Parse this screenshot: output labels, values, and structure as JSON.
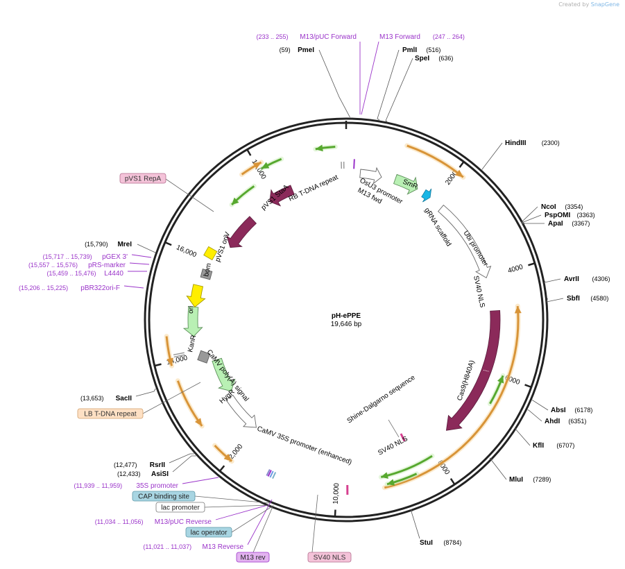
{
  "credit": {
    "prefix": "Created by",
    "brand": "SnapGene"
  },
  "plasmid": {
    "name": "pH-ePPE",
    "size_label": "19,646 bp",
    "length": 19646
  },
  "ticks": [
    {
      "pos": 2000,
      "label": "2000"
    },
    {
      "pos": 4000,
      "label": "4000"
    },
    {
      "pos": 6000,
      "label": "6000"
    },
    {
      "pos": 8000,
      "label": "8000"
    },
    {
      "pos": 10000,
      "label": "10,000"
    },
    {
      "pos": 12000,
      "label": "12,000"
    },
    {
      "pos": 14000,
      "label": "14,000"
    },
    {
      "pos": 16000,
      "label": "16,000"
    },
    {
      "pos": 18000,
      "label": "18,000"
    }
  ],
  "sites": [
    {
      "name": "PmeI",
      "coord": "(59)",
      "pos": 59,
      "side": "left"
    },
    {
      "name": "PmlI",
      "coord": "(516)",
      "pos": 516,
      "side": "right"
    },
    {
      "name": "SpeI",
      "coord": "(636)",
      "pos": 636,
      "side": "right"
    },
    {
      "name": "HindIII",
      "coord": "(2300)",
      "pos": 2300,
      "side": "right"
    },
    {
      "name": "NcoI",
      "coord": "(3354)",
      "pos": 3354,
      "side": "right"
    },
    {
      "name": "PspOMI",
      "coord": "(3363)",
      "pos": 3363,
      "side": "right"
    },
    {
      "name": "ApaI",
      "coord": "(3367)",
      "pos": 3367,
      "side": "right"
    },
    {
      "name": "AvrII",
      "coord": "(4306)",
      "pos": 4306,
      "side": "right"
    },
    {
      "name": "SbfI",
      "coord": "(4580)",
      "pos": 4580,
      "side": "right"
    },
    {
      "name": "AbsI",
      "coord": "(6178)",
      "pos": 6178,
      "side": "right"
    },
    {
      "name": "AhdI",
      "coord": "(6351)",
      "pos": 6351,
      "side": "right"
    },
    {
      "name": "KflI",
      "coord": "(6707)",
      "pos": 6707,
      "side": "right"
    },
    {
      "name": "MluI",
      "coord": "(7289)",
      "pos": 7289,
      "side": "right"
    },
    {
      "name": "StuI",
      "coord": "(8784)",
      "pos": 8784,
      "side": "right"
    },
    {
      "name": "AsiSI",
      "coord": "(12,433)",
      "pos": 12433,
      "side": "left"
    },
    {
      "name": "RsrII",
      "coord": "(12,477)",
      "pos": 12477,
      "side": "left"
    },
    {
      "name": "SacII",
      "coord": "(13,653)",
      "pos": 13653,
      "side": "left"
    },
    {
      "name": "MreI",
      "coord": "(15,790)",
      "pos": 15790,
      "side": "left"
    }
  ],
  "primers": [
    {
      "name": "M13/pUC Forward",
      "coord": "(233 .. 255)",
      "pos": 244
    },
    {
      "name": "M13 Forward",
      "coord": "(247 .. 264)",
      "pos": 255
    },
    {
      "name": "pGEX 3'",
      "coord": "(15,717 .. 15,739)",
      "pos": 15728
    },
    {
      "name": "pRS-marker",
      "coord": "(15,557 .. 15,576)",
      "pos": 15566
    },
    {
      "name": "L4440",
      "coord": "(15,459 .. 15,476)",
      "pos": 15467
    },
    {
      "name": "pBR322ori-F",
      "coord": "(15,206 .. 15,225)",
      "pos": 15215
    },
    {
      "name": "35S promoter",
      "coord": "(11,939 .. 11,959)",
      "pos": 11949
    },
    {
      "name": "M13/pUC Reverse",
      "coord": "(11,034 .. 11,056)",
      "pos": 11045
    },
    {
      "name": "M13 Reverse",
      "coord": "(11,021 .. 11,037)",
      "pos": 11029
    }
  ],
  "boxed_features": [
    {
      "name": "pVS1 RepA",
      "style": "pink"
    },
    {
      "name": "LB T-DNA repeat",
      "style": "peach"
    },
    {
      "name": "CAP binding site",
      "style": "teal"
    },
    {
      "name": "lac promoter",
      "style": "white"
    },
    {
      "name": "lac operator",
      "style": "teal"
    },
    {
      "name": "M13 rev",
      "style": "violet"
    },
    {
      "name": "SV40 NLS",
      "style": "pink"
    }
  ],
  "inner_labels": [
    {
      "name": "OsU3 promoter"
    },
    {
      "name": "M13 fwd"
    },
    {
      "name": "SmR"
    },
    {
      "name": "gRNA scaffold"
    },
    {
      "name": "Ubi promoter"
    },
    {
      "name": "SV40 NLS"
    },
    {
      "name": "Cas9(H840A)"
    },
    {
      "name": "Shine-Dalgarno sequence"
    },
    {
      "name": "SV40 NLS"
    },
    {
      "name": "CaMV 35S promoter (enhanced)"
    },
    {
      "name": "HygR"
    },
    {
      "name": "CaMV poly(A) signal"
    },
    {
      "name": "KanR"
    },
    {
      "name": "ori"
    },
    {
      "name": "bom"
    },
    {
      "name": "pVS1 oriV"
    },
    {
      "name": "pVS1 StaA"
    },
    {
      "name": "RB T-DNA repeat"
    }
  ],
  "colors": {
    "backbone": "#222222",
    "cds": "#8b2a5a",
    "marker_green": "#b9f0b4",
    "orange_orf": "#d89438",
    "green_orf": "#57a82f",
    "primer": "#9a33c9",
    "ori_yellow": "#ffee00"
  }
}
